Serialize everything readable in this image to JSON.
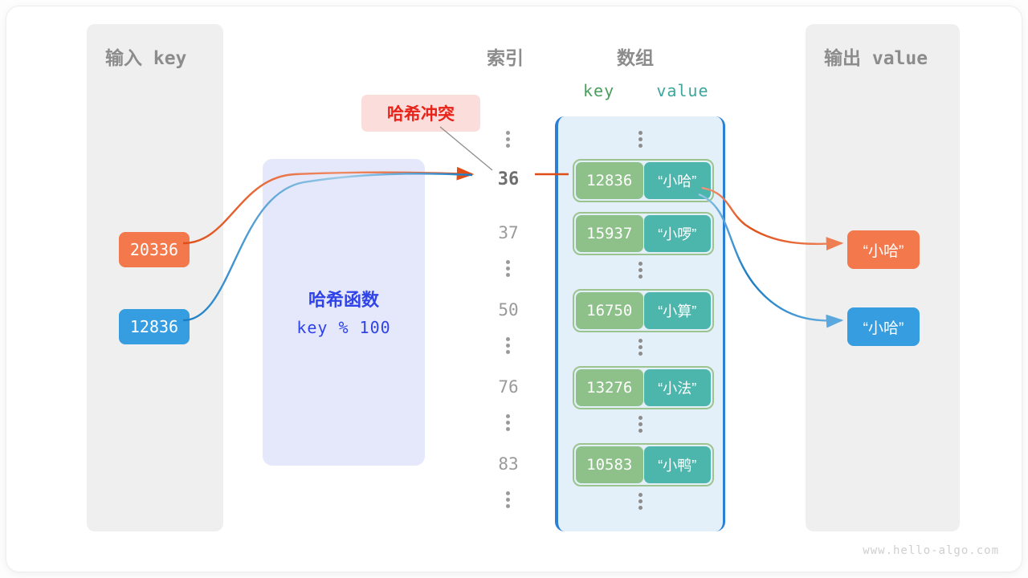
{
  "panels": {
    "input_title": "输入 key",
    "output_title": "输出 value"
  },
  "columns": {
    "index_label": "索引",
    "array_label": "数组",
    "key_label": "key",
    "value_label": "value"
  },
  "annotation": {
    "collision_badge": "哈希冲突"
  },
  "hash_function": {
    "title": "哈希函数",
    "formula": "key % 100"
  },
  "input_keys": [
    {
      "value": "20336",
      "color": "#f3784c"
    },
    {
      "value": "12836",
      "color": "#359de0"
    }
  ],
  "output_values": [
    {
      "value": "“小哈”",
      "color": "#f3784c"
    },
    {
      "value": "“小哈”",
      "color": "#359de0"
    }
  ],
  "indices": [
    {
      "label": "36",
      "highlight": true
    },
    {
      "label": "37",
      "highlight": false
    },
    {
      "label": "50",
      "highlight": false
    },
    {
      "label": "76",
      "highlight": false
    },
    {
      "label": "83",
      "highlight": false
    }
  ],
  "entries": [
    {
      "key": "12836",
      "value": "“小哈”"
    },
    {
      "key": "15937",
      "value": "“小啰”"
    },
    {
      "key": "16750",
      "value": "“小算”"
    },
    {
      "key": "13276",
      "value": "“小法”"
    },
    {
      "key": "10583",
      "value": "“小鸭”"
    }
  ],
  "colors": {
    "key_cell": "#8ec189",
    "value_cell": "#4db6ac",
    "array_bg": "#e3f0fa",
    "array_border": "#2b7fd4",
    "hash_bg": "#e4e8fa",
    "hash_text": "#2f43e8",
    "badge_bg": "#fbdedc",
    "badge_text": "#e8231a",
    "panel_bg": "#efefef",
    "orange_wire": "#e04e16",
    "blue_wire": "#1a7cc4"
  },
  "watermark": "www.hello-algo.com"
}
